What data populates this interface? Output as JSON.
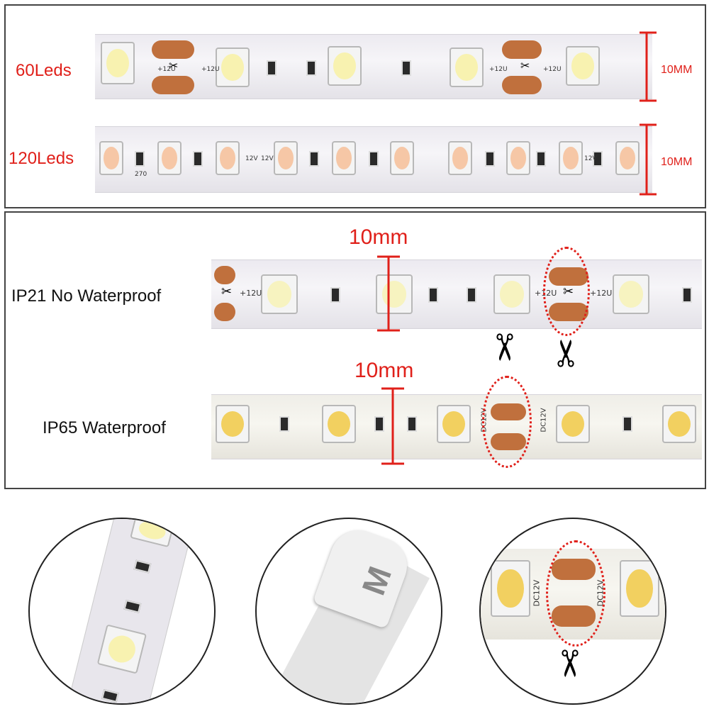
{
  "panel1": {
    "row1": {
      "label": "60Leds",
      "width_label": "10MM"
    },
    "row2": {
      "label": "120Leds",
      "width_label": "10MM"
    }
  },
  "panel2": {
    "row1": {
      "label": "IP21 No Waterproof",
      "dimension": "10mm"
    },
    "row2": {
      "label": "IP65 Waterproof",
      "dimension": "10mm"
    }
  },
  "strip_print": {
    "voltage": "+12U",
    "voltage_short": "12V",
    "resistor": "270",
    "voltage_dc": "DC12V"
  },
  "icons": {
    "scissors": "scissors-icon"
  },
  "colors": {
    "accent_red": "#e0201a",
    "copper": "#c0703d",
    "led_white": "#f8f2b0",
    "led_warm": "#f6c7a6",
    "led_yellow": "#f2d060"
  }
}
